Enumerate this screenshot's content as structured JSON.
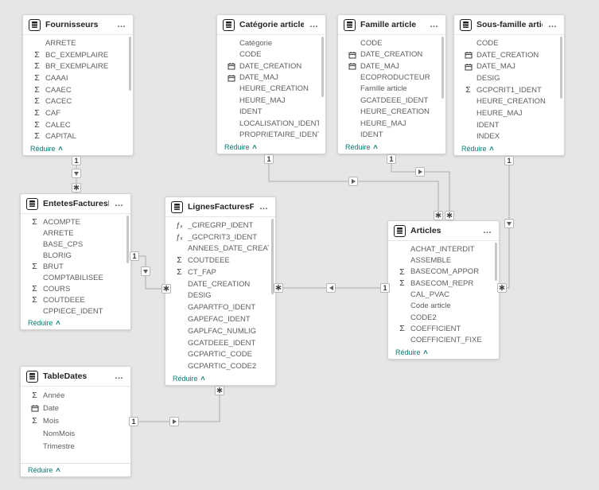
{
  "ui": {
    "menu_icon": "…",
    "collapse_caret_glyph": "∧",
    "sigma_glyph": "Σ",
    "fx_glyph": "ƒₓ",
    "many_glyph": "∗",
    "colors": {
      "canvas_background": "#e6e6e6",
      "card_background": "#ffffff",
      "title_text": "#252423",
      "field_text": "#605e5c",
      "collapse_link": "#0e7b74",
      "relationship_line": "#aeacaa",
      "icon": "#3b3a39"
    }
  },
  "tables": [
    {
      "id": "fournisseurs",
      "title": "Fournisseurs",
      "footer_label": "Réduire",
      "scrollbar": true,
      "fields": [
        {
          "icon": "none",
          "label": "ARRETE"
        },
        {
          "icon": "sigma",
          "label": "BC_EXEMPLAIRE"
        },
        {
          "icon": "sigma",
          "label": "BR_EXEMPLAIRE"
        },
        {
          "icon": "sigma",
          "label": "CAAAI"
        },
        {
          "icon": "sigma",
          "label": "CAAEC"
        },
        {
          "icon": "sigma",
          "label": "CACEC"
        },
        {
          "icon": "sigma",
          "label": "CAF"
        },
        {
          "icon": "sigma",
          "label": "CALEC"
        },
        {
          "icon": "sigma",
          "label": "CAPITAL"
        }
      ]
    },
    {
      "id": "categorie",
      "title": "Catégorie article",
      "footer_label": "Réduire",
      "scrollbar": true,
      "fields": [
        {
          "icon": "none",
          "label": "Catégorie"
        },
        {
          "icon": "none",
          "label": "CODE"
        },
        {
          "icon": "calendar",
          "label": "DATE_CREATION"
        },
        {
          "icon": "calendar",
          "label": "DATE_MAJ"
        },
        {
          "icon": "none",
          "label": "HEURE_CREATION"
        },
        {
          "icon": "none",
          "label": "HEURE_MAJ"
        },
        {
          "icon": "none",
          "label": "IDENT"
        },
        {
          "icon": "none",
          "label": "LOCALISATION_IDENT"
        },
        {
          "icon": "none",
          "label": "PROPRIETAIRE_IDENT"
        }
      ]
    },
    {
      "id": "famille",
      "title": "Famille article",
      "footer_label": "Réduire",
      "scrollbar": true,
      "fields": [
        {
          "icon": "none",
          "label": "CODE"
        },
        {
          "icon": "calendar",
          "label": "DATE_CREATION"
        },
        {
          "icon": "calendar",
          "label": "DATE_MAJ"
        },
        {
          "icon": "none",
          "label": "ECOPRODUCTEUR"
        },
        {
          "icon": "none",
          "label": "Famille article"
        },
        {
          "icon": "none",
          "label": "GCATDEEE_IDENT"
        },
        {
          "icon": "none",
          "label": "HEURE_CREATION"
        },
        {
          "icon": "none",
          "label": "HEURE_MAJ"
        },
        {
          "icon": "none",
          "label": "IDENT"
        }
      ]
    },
    {
      "id": "sousfamille",
      "title": "Sous-famille article",
      "footer_label": "Réduire",
      "scrollbar": true,
      "fields": [
        {
          "icon": "none",
          "label": "CODE"
        },
        {
          "icon": "calendar",
          "label": "DATE_CREATION"
        },
        {
          "icon": "calendar",
          "label": "DATE_MAJ"
        },
        {
          "icon": "none",
          "label": "DESIG"
        },
        {
          "icon": "sigma",
          "label": "GCPCRIT1_IDENT"
        },
        {
          "icon": "none",
          "label": "HEURE_CREATION"
        },
        {
          "icon": "none",
          "label": "HEURE_MAJ"
        },
        {
          "icon": "none",
          "label": "IDENT"
        },
        {
          "icon": "none",
          "label": "INDEX"
        }
      ]
    },
    {
      "id": "entetes",
      "title": "EntetesFacturesFourniss...",
      "footer_label": "Réduire",
      "scrollbar": true,
      "fields": [
        {
          "icon": "sigma",
          "label": "ACOMPTE"
        },
        {
          "icon": "none",
          "label": "ARRETE"
        },
        {
          "icon": "none",
          "label": "BASE_CPS"
        },
        {
          "icon": "none",
          "label": "BLORIG"
        },
        {
          "icon": "sigma",
          "label": "BRUT"
        },
        {
          "icon": "none",
          "label": "COMPTABILISEE"
        },
        {
          "icon": "sigma",
          "label": "COURS"
        },
        {
          "icon": "sigma",
          "label": "COUTDEEE"
        },
        {
          "icon": "none",
          "label": "CPPIECE_IDENT"
        }
      ]
    },
    {
      "id": "lignes",
      "title": "LignesFacturesFourniss...",
      "footer_label": "Réduire",
      "scrollbar": true,
      "fields": [
        {
          "icon": "fx",
          "label": "_CIREGRP_IDENT"
        },
        {
          "icon": "fx",
          "label": "_GCPCRIT3_IDENT"
        },
        {
          "icon": "none",
          "label": "ANNEES_DATE_CREATION"
        },
        {
          "icon": "sigma",
          "label": "COUTDEEE"
        },
        {
          "icon": "sigma",
          "label": "CT_FAP"
        },
        {
          "icon": "none",
          "label": "DATE_CREATION"
        },
        {
          "icon": "none",
          "label": "DESIG"
        },
        {
          "icon": "none",
          "label": "GAPARTFO_IDENT"
        },
        {
          "icon": "none",
          "label": "GAPEFAC_IDENT"
        },
        {
          "icon": "none",
          "label": "GAPLFAC_NUMLIG"
        },
        {
          "icon": "none",
          "label": "GCATDEEE_IDENT"
        },
        {
          "icon": "none",
          "label": "GCPARTIC_CODE"
        },
        {
          "icon": "none",
          "label": "GCPARTIC_CODE2"
        }
      ]
    },
    {
      "id": "articles",
      "title": "Articles",
      "footer_label": "Réduire",
      "scrollbar": true,
      "fields": [
        {
          "icon": "none",
          "label": "ACHAT_INTERDIT"
        },
        {
          "icon": "none",
          "label": "ASSEMBLE"
        },
        {
          "icon": "sigma",
          "label": "BASECOM_APPOR"
        },
        {
          "icon": "sigma",
          "label": "BASECOM_REPR"
        },
        {
          "icon": "none",
          "label": "CAL_PVAC"
        },
        {
          "icon": "none",
          "label": "Code article"
        },
        {
          "icon": "none",
          "label": "CODE2"
        },
        {
          "icon": "sigma",
          "label": "COEFFICIENT"
        },
        {
          "icon": "none",
          "label": "COEFFICIENT_FIXE"
        }
      ]
    },
    {
      "id": "tabledates",
      "title": "TableDates",
      "footer_label": "Réduire",
      "scrollbar": false,
      "fields": [
        {
          "icon": "sigma",
          "label": "Année"
        },
        {
          "icon": "calendar",
          "label": "Date"
        },
        {
          "icon": "sigma",
          "label": "Mois"
        },
        {
          "icon": "none",
          "label": "NomMois"
        },
        {
          "icon": "none",
          "label": "Trimestre"
        }
      ]
    }
  ],
  "relationships": [
    {
      "id": "r1",
      "from_table": "Fournisseurs",
      "to_table": "EntetesFacturesFourniss...",
      "from_cardinality": "1",
      "to_cardinality": "∗"
    },
    {
      "id": "r2",
      "from_table": "EntetesFacturesFourniss...",
      "to_table": "LignesFacturesFourniss...",
      "from_cardinality": "1",
      "to_cardinality": "∗"
    },
    {
      "id": "r3",
      "from_table": "Articles",
      "to_table": "LignesFacturesFourniss...",
      "from_cardinality": "1",
      "to_cardinality": "∗"
    },
    {
      "id": "r4",
      "from_table": "Catégorie article",
      "to_table": "Articles",
      "from_cardinality": "1",
      "to_cardinality": "∗"
    },
    {
      "id": "r5",
      "from_table": "Famille article",
      "to_table": "Articles",
      "from_cardinality": "1",
      "to_cardinality": "∗"
    },
    {
      "id": "r6",
      "from_table": "Sous-famille article",
      "to_table": "Articles",
      "from_cardinality": "1",
      "to_cardinality": "∗"
    },
    {
      "id": "r7",
      "from_table": "TableDates",
      "to_table": "LignesFacturesFourniss...",
      "from_cardinality": "1",
      "to_cardinality": "∗"
    }
  ]
}
